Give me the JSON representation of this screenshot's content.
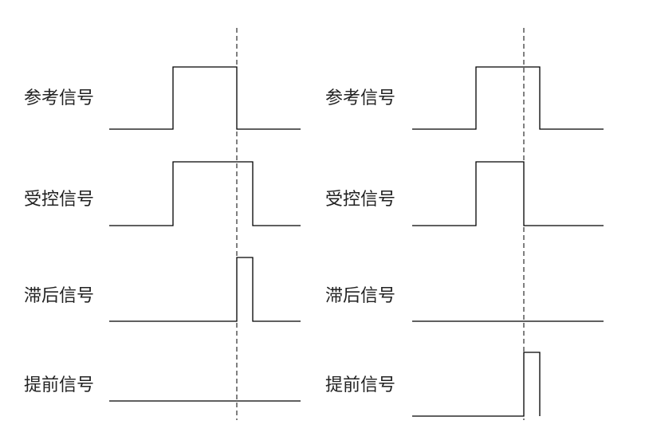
{
  "colors": {
    "trace": "#000000",
    "label": "#222222",
    "background": "#ffffff"
  },
  "panels": [
    {
      "signals": [
        {
          "label": "参考信号"
        },
        {
          "label": "受控信号"
        },
        {
          "label": "滞后信号"
        },
        {
          "label": "提前信号"
        }
      ]
    },
    {
      "signals": [
        {
          "label": "参考信号"
        },
        {
          "label": "受控信号"
        },
        {
          "label": "滞后信号"
        },
        {
          "label": "提前信号"
        }
      ]
    }
  ]
}
